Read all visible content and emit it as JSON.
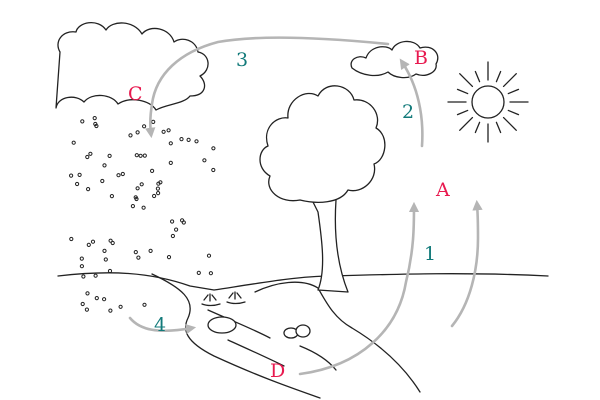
{
  "colors": {
    "stage_label": "#e8194f",
    "process_label": "#127a7a",
    "arrow": "#b5b5b5",
    "ink": "#222222",
    "background": "#ffffff"
  },
  "labels": {
    "A": "A",
    "B": "B",
    "C": "C",
    "D": "D",
    "n1": "1",
    "n2": "2",
    "n3": "3",
    "n4": "4"
  }
}
